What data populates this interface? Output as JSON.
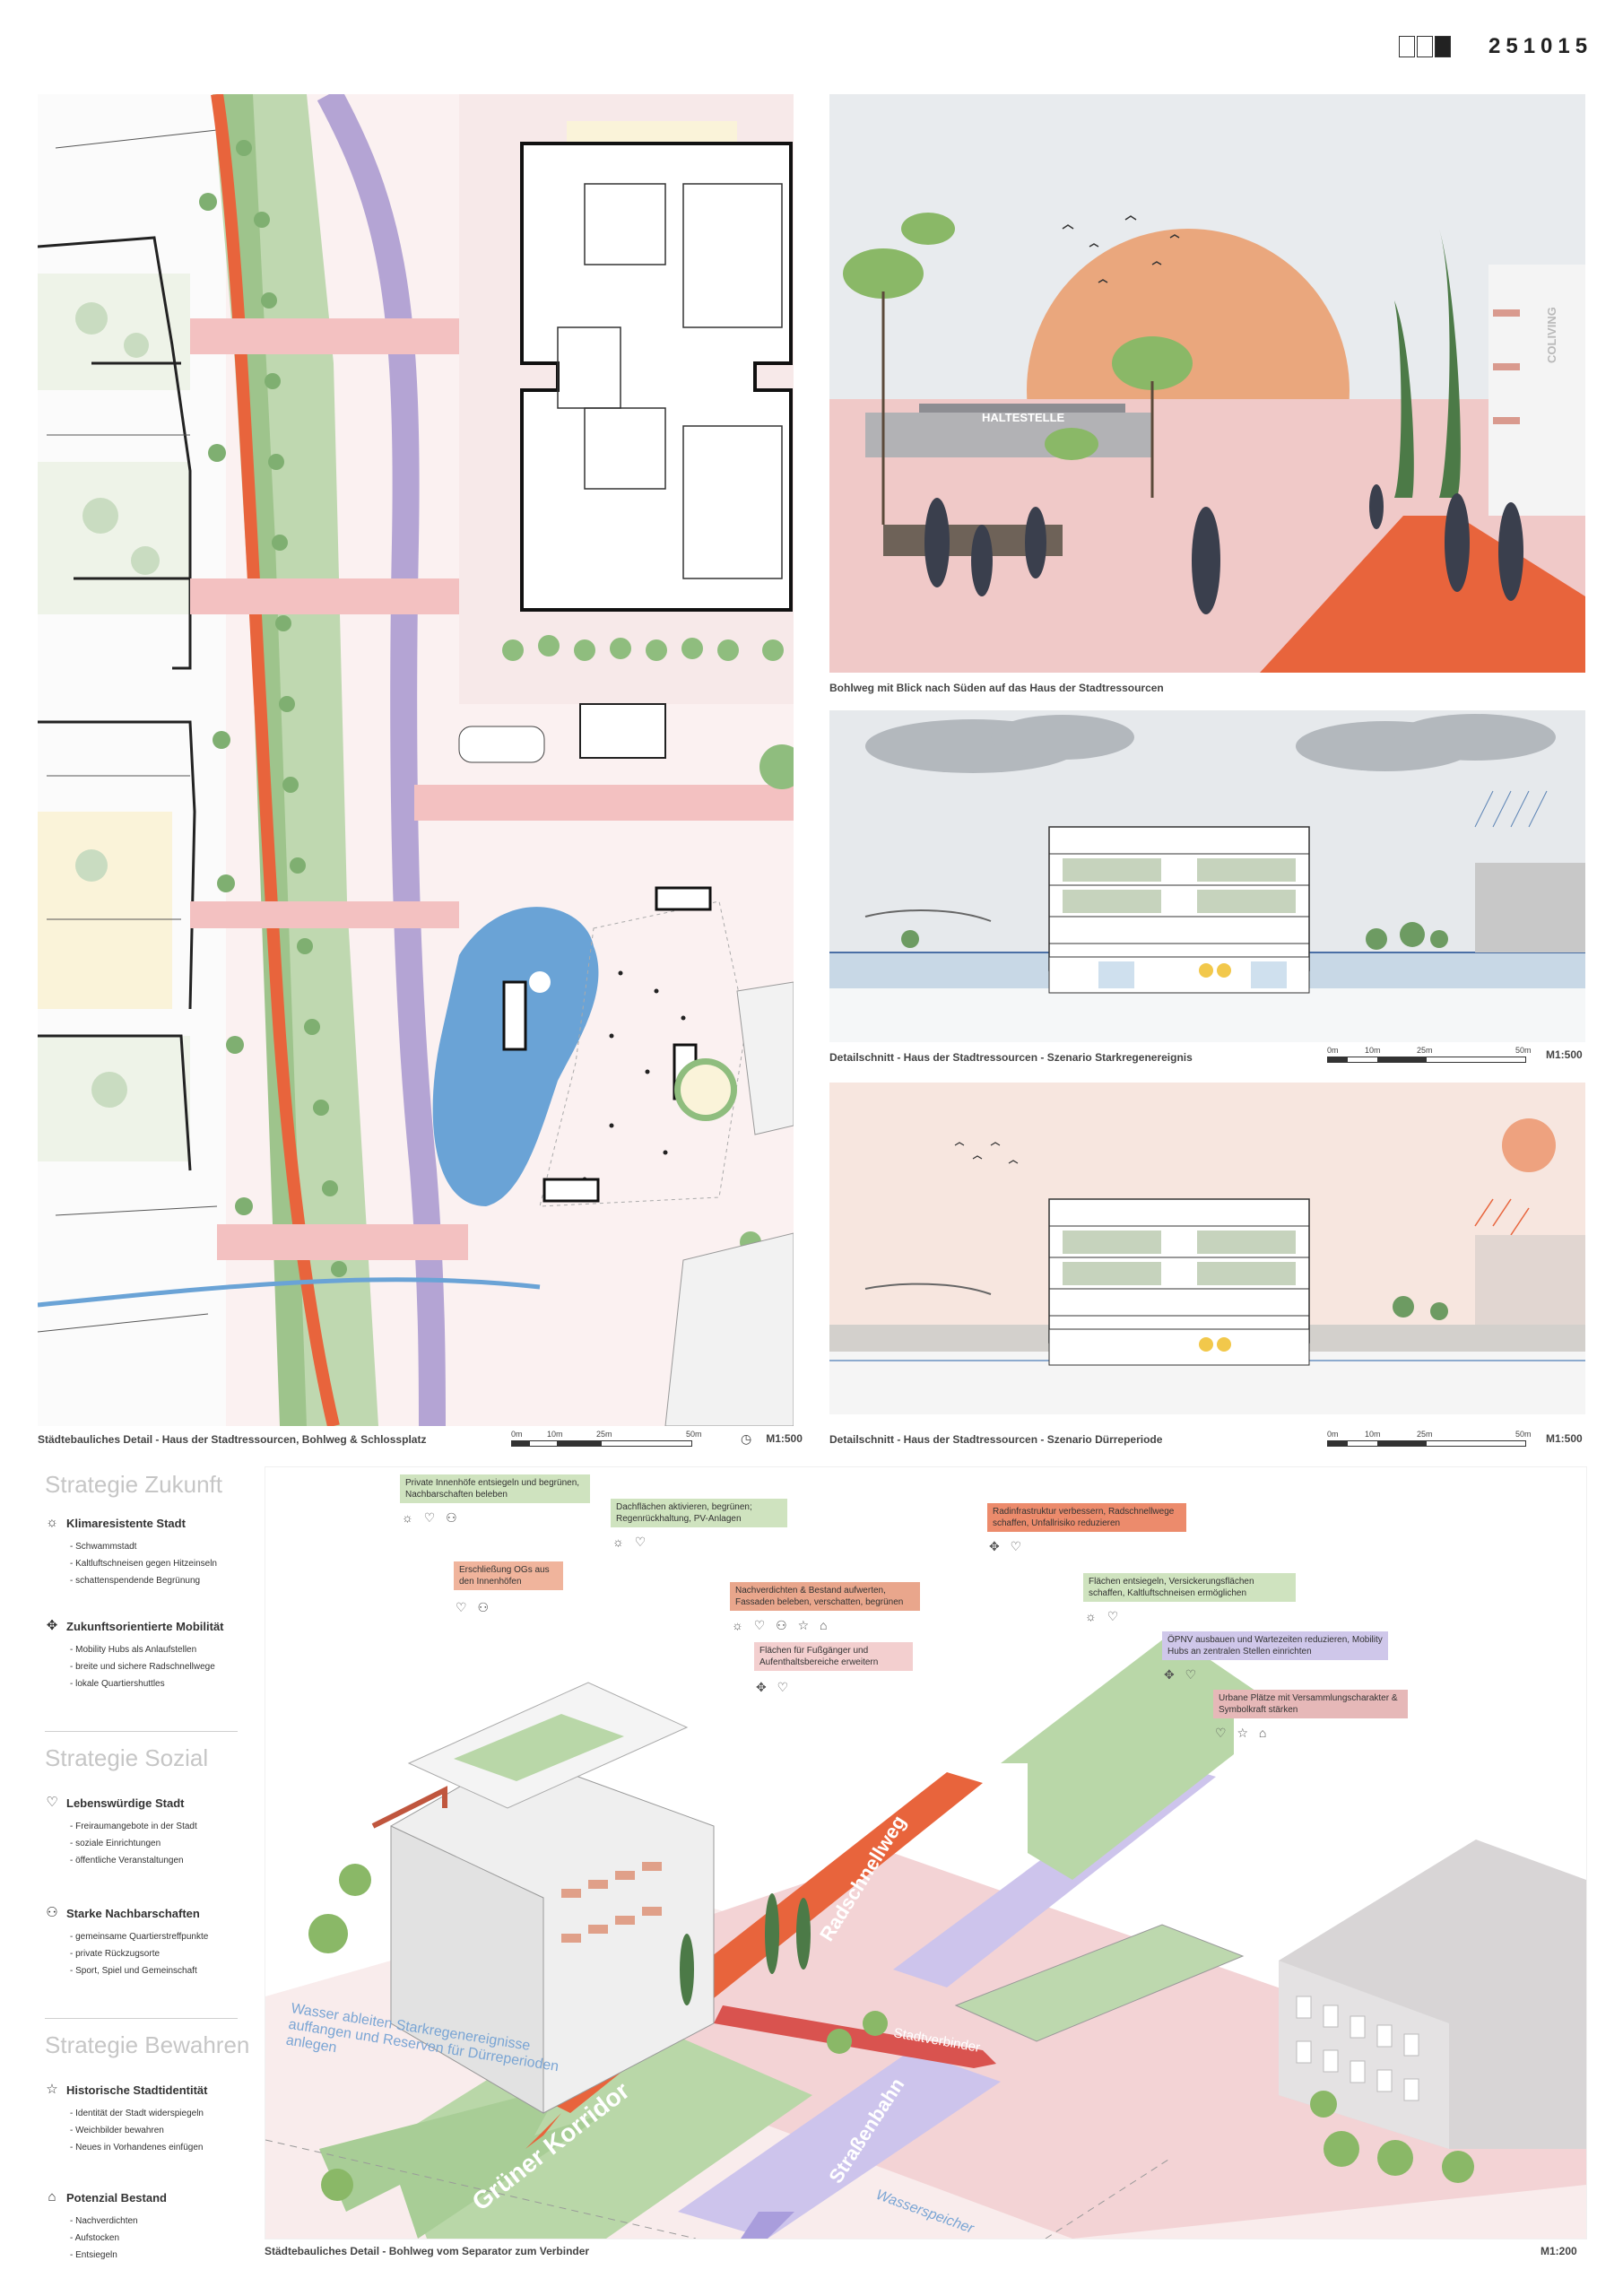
{
  "header": {
    "project_number": "251015"
  },
  "site_plan": {
    "caption": "Städtebauliches Detail - Haus der Stadtressourcen, Bohlweg & Schlossplatz",
    "scale": "M1:500",
    "scale_ticks": [
      "0m",
      "10m",
      "25m",
      "50m"
    ]
  },
  "perspective": {
    "caption": "Bohlweg mit Blick nach Süden auf das Haus der Stadtressourcen",
    "signs": [
      "HALTESTELLE",
      "COLIVING"
    ]
  },
  "section_rain": {
    "caption": "Detailschnitt - Haus der Stadtressourcen - Szenario Starkregenereignis",
    "scale": "M1:500",
    "scale_ticks": [
      "0m",
      "10m",
      "25m",
      "50m"
    ]
  },
  "section_drought": {
    "caption": "Detailschnitt - Haus der Stadtressourcen - Szenario Dürreperiode",
    "scale": "M1:500",
    "scale_ticks": [
      "0m",
      "10m",
      "25m",
      "50m"
    ]
  },
  "strategies": [
    {
      "title": "Strategie Zukunft",
      "groups": [
        {
          "icon": "sun-icon",
          "glyph": "☼",
          "heading": "Klimaresistente Stadt",
          "items": [
            "Schwammstadt",
            "Kaltluftschneisen gegen Hitzeinseln",
            "schattenspendende Begrünung"
          ]
        },
        {
          "icon": "move-arrows-icon",
          "glyph": "✥",
          "heading": "Zukunftsorientierte Mobilität",
          "items": [
            "Mobility Hubs als Anlaufstellen",
            "breite und sichere Radschnellwege",
            "lokale Quartiershuttles"
          ]
        }
      ]
    },
    {
      "title": "Strategie Sozial",
      "groups": [
        {
          "icon": "heart-icon",
          "glyph": "♡",
          "heading": "Lebenswürdige Stadt",
          "items": [
            "Freiraumangebote in der Stadt",
            "soziale Einrichtungen",
            "öffentliche Veranstaltungen"
          ]
        },
        {
          "icon": "people-icon",
          "glyph": "⚇",
          "heading": "Starke Nachbarschaften",
          "items": [
            "gemeinsame Quartierstreffpunkte",
            "private Rückzugsorte",
            "Sport, Spiel und Gemeinschaft"
          ]
        }
      ]
    },
    {
      "title": "Strategie Bewahren",
      "groups": [
        {
          "icon": "star-icon",
          "glyph": "☆",
          "heading": "Historische Stadtidentität",
          "items": [
            "Identität der Stadt widerspiegeln",
            "Weichbilder bewahren",
            "Neues in Vorhandenes einfügen"
          ]
        },
        {
          "icon": "house-icon",
          "glyph": "⌂",
          "heading": "Potenzial Bestand",
          "items": [
            "Nachverdichten",
            "Aufstocken",
            "Entsiegeln"
          ]
        }
      ]
    }
  ],
  "axo": {
    "caption": "Städtebauliches Detail - Bohlweg vom Separator zum Verbinder",
    "scale": "M1:200",
    "tags": [
      {
        "text": "Private Innenhöfe entsiegeln und begrünen, Nachbarschaften beleben",
        "icons": "☼ ♡ ⚇",
        "color": "#cfe3bf"
      },
      {
        "text": "Dachflächen aktivieren, begrünen; Regenrückhaltung, PV-Anlagen",
        "icons": "☼ ♡",
        "color": "#cfe3bf"
      },
      {
        "text": "Erschließung OGs aus den Innenhöfen",
        "icons": "♡ ⚇",
        "color": "#f0b49c"
      },
      {
        "text": "Nachverdichten & Bestand aufwerten, Fassaden beleben, verschatten, begrünen",
        "icons": "☼ ♡ ⚇ ☆ ⌂",
        "color": "#e9a68c"
      },
      {
        "text": "Flächen für Fußgänger und Aufenthaltsbereiche erweitern",
        "icons": "✥ ♡",
        "color": "#f3cfcf"
      },
      {
        "text": "Radinfrastruktur verbessern, Radschnellwege schaffen, Unfallrisiko reduzieren",
        "icons": "✥ ♡",
        "color": "#ec8b6c"
      },
      {
        "text": "Flächen entsiegeln, Versickerungsflächen schaffen, Kaltluftschneisen ermöglichen",
        "icons": "☼ ♡",
        "color": "#cfe3bf"
      },
      {
        "text": "ÖPNV ausbauen und Wartezeiten reduzieren, Mobility Hubs an zentralen Stellen einrichten",
        "icons": "✥ ♡",
        "color": "#cfc7ea"
      },
      {
        "text": "Urbane Plätze mit Versammlungscharakter & Symbolkraft stärken",
        "icons": "♡ ☆ ⌂",
        "color": "#e6b8b8"
      }
    ],
    "labels": {
      "radschnellweg": "Radschnellweg",
      "stadtverbinder": "Stadtverbinder",
      "strassenbahn": "Straßenbahn",
      "gruener_korridor": "Grüner Korridor",
      "wasser": "Wasser ableiten Starkregenereignisse auffangen und Reserven für Dürreperioden anlegen",
      "wasserspeicher": "Wasserspeicher"
    }
  }
}
